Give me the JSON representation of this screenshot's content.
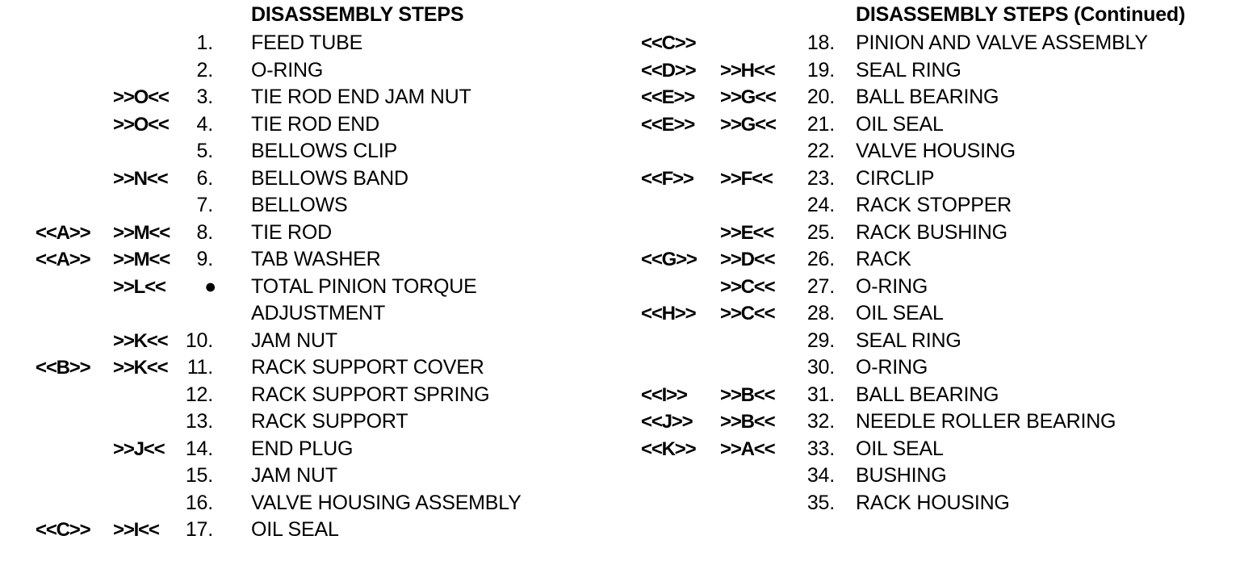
{
  "document": {
    "kind": "parts-disassembly-step-list",
    "text_color": "#000000",
    "background_color": "#ffffff"
  },
  "left_column": {
    "title": "DISASSEMBLY STEPS",
    "rows": [
      {
        "marker_a": "",
        "marker_b": "",
        "number": "1.",
        "text": "FEED TUBE"
      },
      {
        "marker_a": "",
        "marker_b": "",
        "number": "2.",
        "text": "O-RING"
      },
      {
        "marker_a": "",
        "marker_b": ">>O<<",
        "number": "3.",
        "text": "TIE ROD END JAM NUT"
      },
      {
        "marker_a": "",
        "marker_b": ">>O<<",
        "number": "4.",
        "text": "TIE ROD END"
      },
      {
        "marker_a": "",
        "marker_b": "",
        "number": "5.",
        "text": "BELLOWS CLIP"
      },
      {
        "marker_a": "",
        "marker_b": ">>N<<",
        "number": "6.",
        "text": "BELLOWS BAND"
      },
      {
        "marker_a": "",
        "marker_b": "",
        "number": "7.",
        "text": "BELLOWS"
      },
      {
        "marker_a": "<<A>>",
        "marker_b": ">>M<<",
        "number": "8.",
        "text": "TIE ROD"
      },
      {
        "marker_a": "<<A>>",
        "marker_b": ">>M<<",
        "number": "9.",
        "text": "TAB WASHER"
      },
      {
        "marker_a": "",
        "marker_b": ">>L<<",
        "number": "●",
        "text": "TOTAL PINION TORQUE",
        "bullet": true
      },
      {
        "marker_a": "",
        "marker_b": "",
        "number": "",
        "text": "ADJUSTMENT",
        "continuation": true
      },
      {
        "marker_a": "",
        "marker_b": ">>K<<",
        "number": "10.",
        "text": "JAM NUT"
      },
      {
        "marker_a": "<<B>>",
        "marker_b": ">>K<<",
        "number": "11.",
        "text": "RACK SUPPORT COVER"
      },
      {
        "marker_a": "",
        "marker_b": "",
        "number": "12.",
        "text": "RACK SUPPORT SPRING"
      },
      {
        "marker_a": "",
        "marker_b": "",
        "number": "13.",
        "text": "RACK SUPPORT"
      },
      {
        "marker_a": "",
        "marker_b": ">>J<<",
        "number": "14.",
        "text": "END PLUG"
      },
      {
        "marker_a": "",
        "marker_b": "",
        "number": "15.",
        "text": "JAM NUT"
      },
      {
        "marker_a": "",
        "marker_b": "",
        "number": "16.",
        "text": "VALVE HOUSING ASSEMBLY"
      },
      {
        "marker_a": "<<C>>",
        "marker_b": ">>I<<",
        "number": "17.",
        "text": "OIL SEAL"
      }
    ]
  },
  "right_column": {
    "title": "DISASSEMBLY STEPS (Continued)",
    "rows": [
      {
        "marker_a": "<<C>>",
        "marker_b": "",
        "number": "18.",
        "text": "PINION AND VALVE ASSEMBLY"
      },
      {
        "marker_a": "<<D>>",
        "marker_b": ">>H<<",
        "number": "19.",
        "text": "SEAL RING"
      },
      {
        "marker_a": "<<E>>",
        "marker_b": ">>G<<",
        "number": "20.",
        "text": "BALL BEARING"
      },
      {
        "marker_a": "<<E>>",
        "marker_b": ">>G<<",
        "number": "21.",
        "text": "OIL SEAL"
      },
      {
        "marker_a": "",
        "marker_b": "",
        "number": "22.",
        "text": "VALVE HOUSING"
      },
      {
        "marker_a": "<<F>>",
        "marker_b": ">>F<<",
        "number": "23.",
        "text": "CIRCLIP"
      },
      {
        "marker_a": "",
        "marker_b": "",
        "number": "24.",
        "text": "RACK STOPPER"
      },
      {
        "marker_a": "",
        "marker_b": ">>E<<",
        "number": "25.",
        "text": "RACK BUSHING"
      },
      {
        "marker_a": "<<G>>",
        "marker_b": ">>D<<",
        "number": "26.",
        "text": "RACK"
      },
      {
        "marker_a": "",
        "marker_b": ">>C<<",
        "number": "27.",
        "text": "O-RING"
      },
      {
        "marker_a": "<<H>>",
        "marker_b": ">>C<<",
        "number": "28.",
        "text": "OIL SEAL"
      },
      {
        "marker_a": "",
        "marker_b": "",
        "number": "29.",
        "text": "SEAL RING"
      },
      {
        "marker_a": "",
        "marker_b": "",
        "number": "30.",
        "text": "O-RING"
      },
      {
        "marker_a": "<<I>>",
        "marker_b": ">>B<<",
        "number": "31.",
        "text": "BALL BEARING"
      },
      {
        "marker_a": "<<J>>",
        "marker_b": ">>B<<",
        "number": "32.",
        "text": "NEEDLE ROLLER BEARING"
      },
      {
        "marker_a": "<<K>>",
        "marker_b": ">>A<<",
        "number": "33.",
        "text": "OIL SEAL"
      },
      {
        "marker_a": "",
        "marker_b": "",
        "number": "34.",
        "text": "BUSHING"
      },
      {
        "marker_a": "",
        "marker_b": "",
        "number": "35.",
        "text": "RACK HOUSING"
      }
    ]
  }
}
